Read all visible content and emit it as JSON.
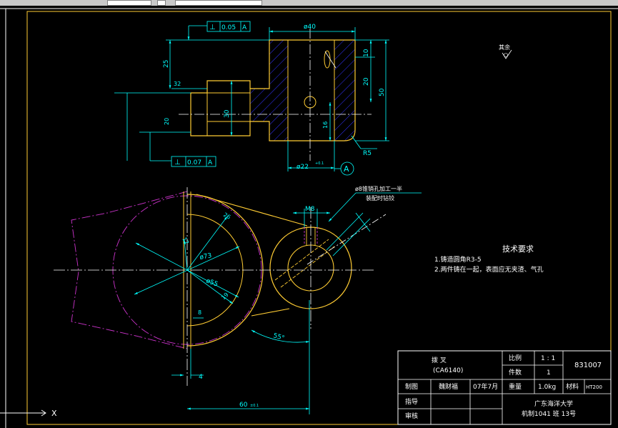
{
  "toolbar": {
    "fields": [
      "",
      "",
      ""
    ]
  },
  "gdt": {
    "top": {
      "symbol": "⊥",
      "tol": "0.05",
      "datum": "A"
    },
    "side": {
      "symbol": "⊥",
      "tol": "0.07",
      "datum": "A"
    }
  },
  "dims": {
    "d40": "ø40",
    "d25": "25",
    "d32": "32",
    "d20s": "20",
    "d30": "30",
    "d10": "10",
    "d20": "20",
    "d50": "50",
    "d16": "16",
    "r5": "R5",
    "d22": "ø22",
    "d22tol": "+0.1",
    "datumA": "A",
    "d73": "ø73",
    "d55": "ø55",
    "m8": "M8",
    "ang55": "55°",
    "d4": "4",
    "d60": "60",
    "d60tol": "±0.1",
    "d8": "8",
    "d26": "26",
    "d12": "12",
    "d19": "19"
  },
  "roughness": {
    "label": "其余"
  },
  "notes": {
    "pin1": "ø8锥销孔加工一半",
    "pin2": "装配时钻铰"
  },
  "tech": {
    "title": "技术要求",
    "line1": "1.铸造圆角R3-5",
    "line2": "2.两件铸在一起，表面应无夹渣、气孔"
  },
  "titleblock": {
    "part_name": "拨    叉",
    "model": "(CA6140)",
    "ratio_label": "比例",
    "ratio_value": "1 : 1",
    "qty_label": "件数",
    "qty_value": "1",
    "drawing_no": "831007",
    "drawn_label": "制图",
    "drawn_name": "魏财福",
    "drawn_date": "07年7月",
    "weight_label": "重量",
    "weight_value": "1.0kg",
    "material_label": "材料",
    "material_value": "HT200",
    "guide_label": "指导",
    "review_label": "审核",
    "school": "广东海洋大学",
    "class": "机制1041  班  13号"
  },
  "ucs": {
    "x_label": "X"
  },
  "colors": {
    "outline": "#ffcc33",
    "dim": "#00ffff",
    "hatch": "#3333ff",
    "phantom": "#cc33cc",
    "text": "#ffffff",
    "frame": "#ffcc33",
    "center": "#ffffff"
  }
}
